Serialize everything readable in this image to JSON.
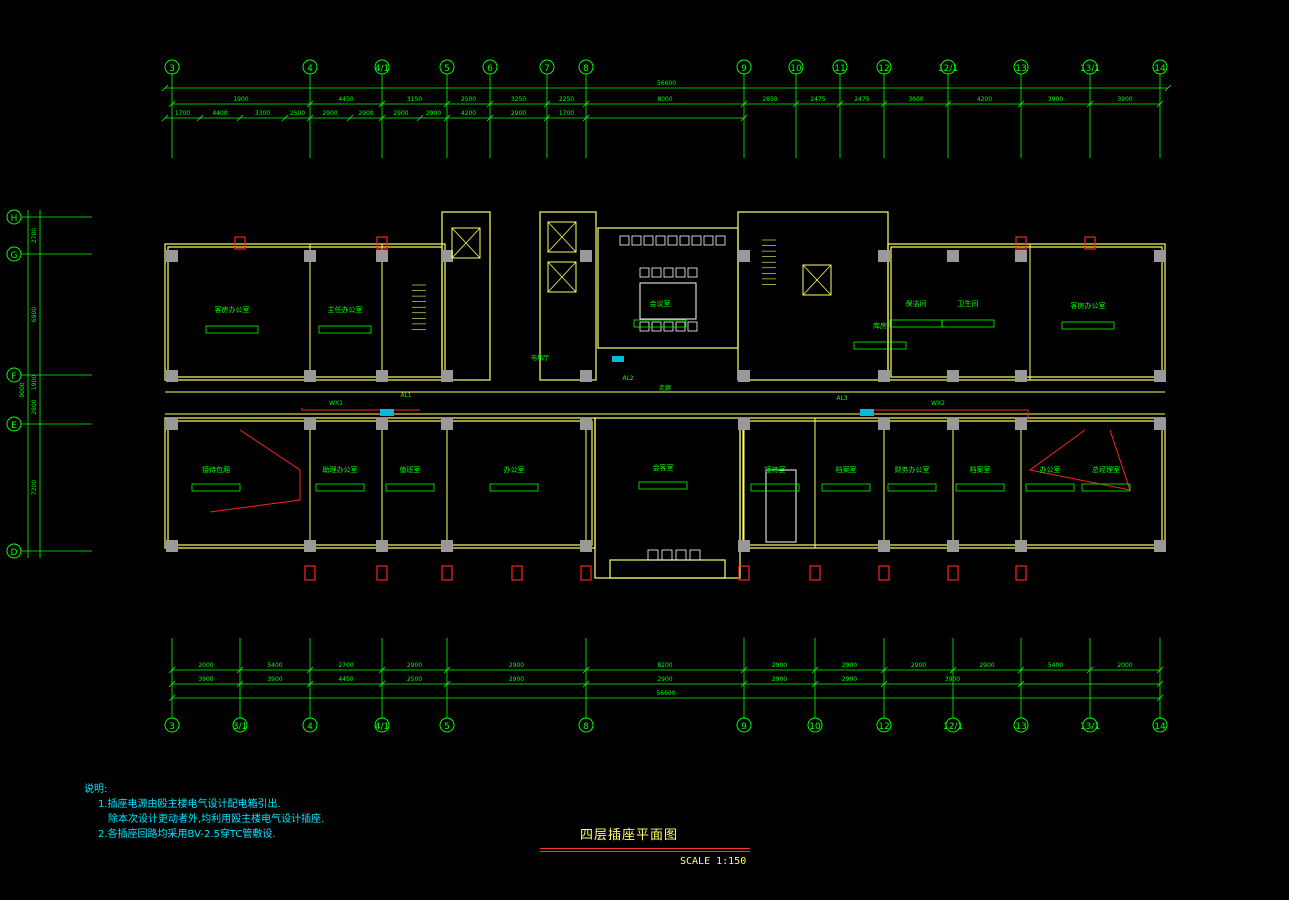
{
  "drawing": {
    "title": "四层插座平面图",
    "scale": "SCALE 1:150"
  },
  "notes": {
    "heading": "说明:",
    "lines": [
      "1.插座电源由殴主楼电气设计配电箱引出.",
      "  除本次设计更动者外,均利用殴主楼电气设计插座.",
      "2.各插座回路均采用BV-2.5穿TC管敷设."
    ]
  },
  "grid_axes": {
    "top": [
      "3",
      "4",
      "4/1",
      "5",
      "6",
      "7",
      "8",
      "9",
      "10",
      "11",
      "12",
      "12/1",
      "13",
      "13/1",
      "14"
    ],
    "bottom": [
      "3",
      "3/1",
      "4",
      "4/1",
      "5",
      "8",
      "9",
      "10",
      "12",
      "12/1",
      "13",
      "13/1",
      "14"
    ],
    "left": [
      "H",
      "G",
      "F",
      "E",
      "D"
    ]
  },
  "dimensions": {
    "top_total": "56600",
    "top_row1": [
      "1900",
      "4450",
      "3150",
      "2500",
      "3250",
      "2250",
      "8000",
      "2850",
      "2475",
      "2475",
      "3600",
      "4200",
      "3900",
      "3900"
    ],
    "top_row2": [
      "1700",
      "4400",
      "3300",
      "2500",
      "2900",
      "2900",
      "2900",
      "2900",
      "4200",
      "2900",
      "1700"
    ],
    "bottom_total": "56600",
    "bottom_row1": [
      "2000",
      "5400",
      "2700",
      "2900",
      "2900",
      "8200",
      "2900",
      "2900",
      "2900",
      "2900",
      "5400",
      "2000"
    ],
    "bottom_row2": [
      "3900",
      "3900",
      "4450",
      "2500",
      "2900",
      "2900",
      "2900",
      "2900",
      "3900"
    ],
    "left": [
      "2700",
      "6900",
      "1900",
      "2800",
      "7200"
    ],
    "left_total": "9000"
  },
  "rooms": {
    "top": [
      "客房办公室",
      "主任办公室",
      "会议室",
      "客房办公室",
      "保洁间",
      "卫生间",
      "库房"
    ],
    "bottom": [
      "接待包厢",
      "助理办公室",
      "值班室",
      "办公室",
      "会客室",
      "接待室",
      "档案室",
      "财务办公室",
      "档案室",
      "办公室",
      "总经理室"
    ],
    "corridor": "走廊",
    "elevator_hall": "电梯厅",
    "panels": [
      "AL1",
      "AL2",
      "AL3"
    ],
    "circuits": [
      "WX1",
      "WX2"
    ]
  },
  "colors": {
    "background": "#000000",
    "grid": "#00ff00",
    "walls": "#ffff66",
    "columns": "#999999",
    "wiring": "#ff2020",
    "labels": "#00ff00",
    "notes": "#00e5ff"
  }
}
